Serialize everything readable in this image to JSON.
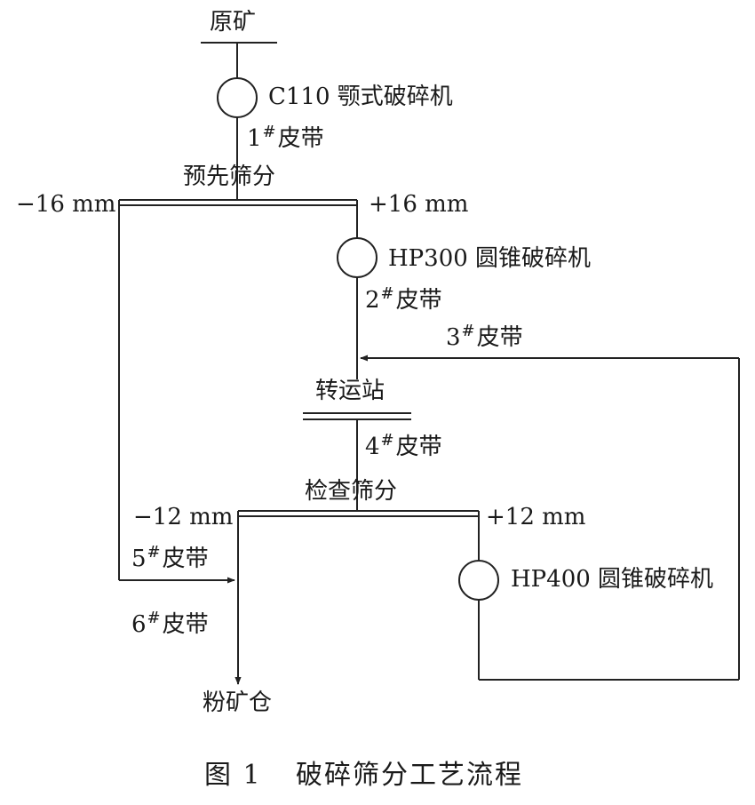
{
  "labels": {
    "raw_ore": "原矿",
    "jaw_crusher": "C110 颚式破碎机",
    "belt1_num": "1",
    "belt_mark": "#",
    "belt_text": "皮带",
    "pre_screen": "预先筛分",
    "undersize_16": "−16 mm",
    "oversize_16": "+16 mm",
    "cone_hp300": "HP300 圆锥破碎机",
    "belt2_num": "2",
    "belt3_num": "3",
    "transfer_station": "转运站",
    "belt4_num": "4",
    "check_screen": "检查筛分",
    "undersize_12": "−12 mm",
    "oversize_12": "+12 mm",
    "belt5_num": "5",
    "cone_hp400": "HP400 圆锥破碎机",
    "belt6_num": "6",
    "fine_ore_bin": "粉矿仓"
  },
  "caption": {
    "figure_no": "图 1",
    "title": "破碎筛分工艺流程"
  }
}
